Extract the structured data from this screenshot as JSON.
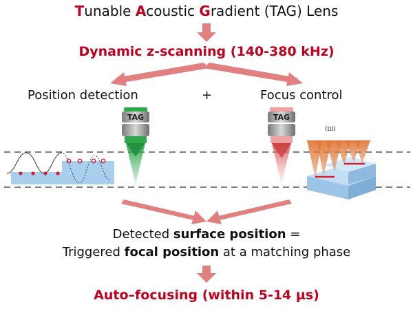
{
  "title": {
    "parts": [
      {
        "cap": "T",
        "rest": "unable "
      },
      {
        "cap": "A",
        "rest": "coustic "
      },
      {
        "cap": "G",
        "rest": "radient (TAG) Lens"
      }
    ]
  },
  "scan_label": "Dynamic z-scanning (140-380 kHz)",
  "position_detection": "Position detection",
  "plus": "+",
  "focus_control": "Focus control",
  "lens_badge": "TAG",
  "panel_marker": "(iii)",
  "detected_line": {
    "prefix": "Detected ",
    "bold": "surface position",
    "suffix": " ="
  },
  "triggered_line": {
    "prefix": "Triggered ",
    "bold": "focal position",
    "suffix": " at a matching phase"
  },
  "auto_label": "Auto–focusing (within 5-14 µs)",
  "colors": {
    "accent_red": "#c0001d",
    "arrow": "#e08080",
    "beam_green": "#2ea84a",
    "beam_red": "#d84a4a",
    "surface_blue": "#a9cfee",
    "cone_orange": "#e07a3a"
  }
}
